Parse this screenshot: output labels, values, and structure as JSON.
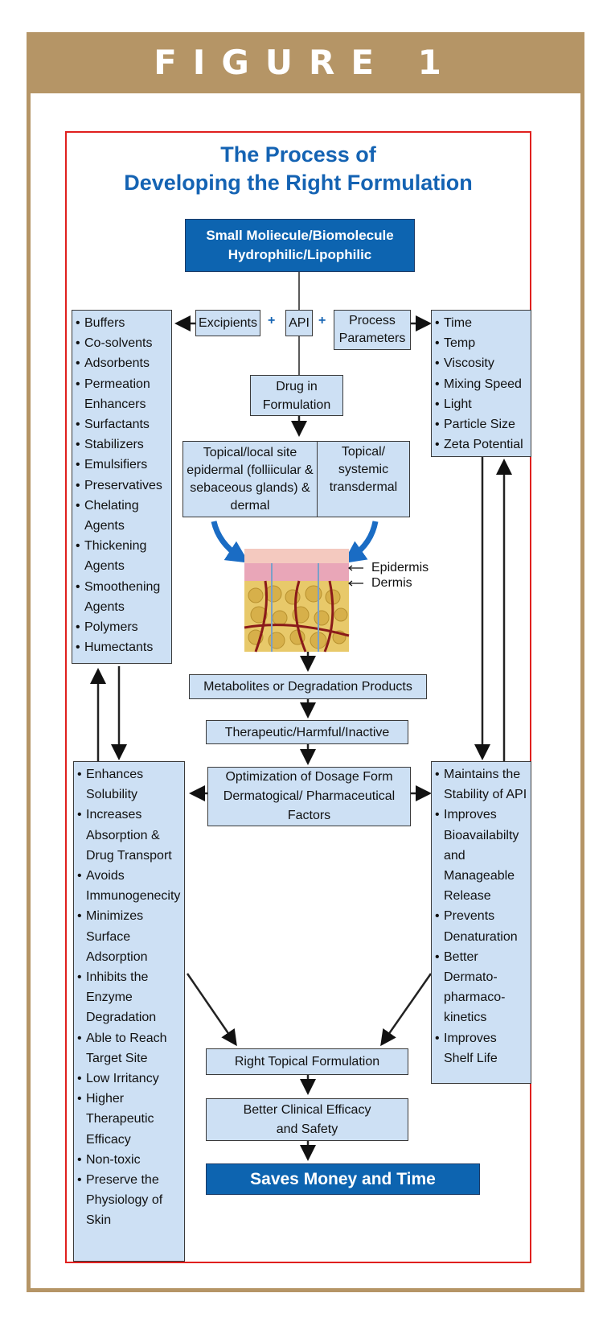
{
  "figure_label": "FIGURE 1",
  "title_line1": "The Process of",
  "title_line2": "Developing the Right Formulation",
  "top_box": {
    "line1": "Small Moliecule/Biomolecule",
    "line2": "Hydrophilic/Lipophilic"
  },
  "excipients": "Excipients",
  "plus": "+",
  "api": "API",
  "process_parameters": "Process Parameters",
  "drug_in_formulation": "Drug in Formulation",
  "topical_local": "Topical/local site epidermal (folliicular & sebaceous glands) & dermal",
  "topical_systemic": "Topical/ systemic transdermal",
  "skin_labels": {
    "epidermis": "Epidermis",
    "dermis": "Dermis"
  },
  "excipient_list": [
    "Buffers",
    "Co-solvents",
    "Adsorbents",
    "Permeation Enhancers",
    "Surfactants",
    "Stabilizers",
    "Emulsifiers",
    "Preservatives",
    "Chelating Agents",
    "Thickening Agents",
    "Smoothening Agents",
    "Polymers",
    "Humectants"
  ],
  "process_list": [
    "Time",
    "Temp",
    "Viscosity",
    "Mixing Speed",
    "Light",
    "Particle Size",
    "Zeta Potential"
  ],
  "metabolites": "Metabolites or Degradation Products",
  "therapeutic": "Therapeutic/Harmful/Inactive",
  "optimization": "Optimization of Dosage Form Dermatogical/ Pharmaceutical Factors",
  "left_benefits": [
    "Enhances Solubility",
    "Increases Absorption & Drug Transport",
    "Avoids Immunogenecity",
    "Minimizes Surface Adsorption",
    "Inhibits the Enzyme Degradation",
    "Able to Reach Target Site",
    "Low Irritancy",
    "Higher Therapeutic Efficacy",
    "Non-toxic",
    "Preserve the Physiology of Skin"
  ],
  "right_benefits": [
    "Maintains the Stability of API",
    "Improves Bioavailabilty and Manageable Release",
    "Prevents Denaturation",
    "Better Dermato-pharmaco-kinetics",
    "Improves Shelf Life"
  ],
  "right_topical": "Right Topical Formulation",
  "better_clinical": "Better Clinical Efficacy and Safety",
  "saves": "Saves Money and Time"
}
